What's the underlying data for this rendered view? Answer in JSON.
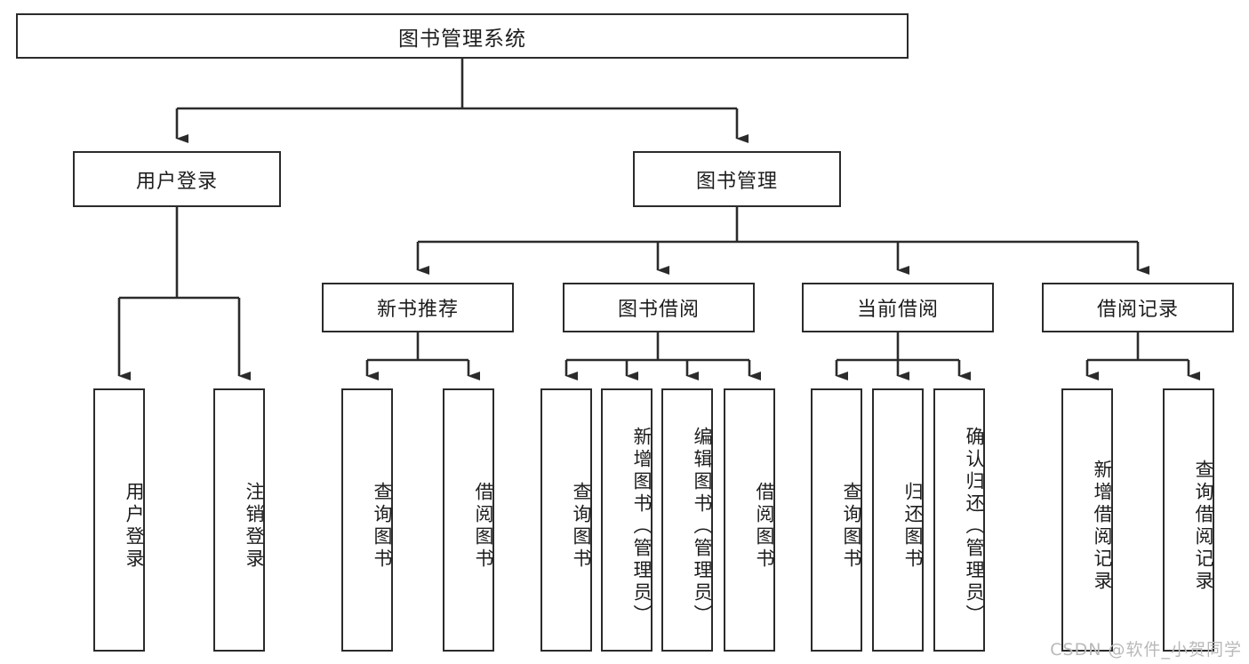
{
  "diagram": {
    "title": "图书管理系统",
    "type": "tree",
    "watermark": "CSDN @软件_小贺同学",
    "root": {
      "label": "图书管理系统"
    },
    "level2": [
      {
        "id": "user-login",
        "label": "用户登录"
      },
      {
        "id": "book-manage",
        "label": "图书管理"
      }
    ],
    "level3": [
      {
        "id": "new-book-rec",
        "label": "新书推荐"
      },
      {
        "id": "book-borrow",
        "label": "图书借阅"
      },
      {
        "id": "current-borrow",
        "label": "当前借阅"
      },
      {
        "id": "borrow-record",
        "label": "借阅记录"
      }
    ],
    "leaves": [
      {
        "id": "leaf-user-login",
        "label": "用户登录",
        "parent": "user-login"
      },
      {
        "id": "leaf-user-logout",
        "label": "注销登录",
        "parent": "user-login"
      },
      {
        "id": "leaf-query-book-1",
        "label": "查询图书",
        "parent": "new-book-rec"
      },
      {
        "id": "leaf-borrow-book-1",
        "label": "借阅图书",
        "parent": "new-book-rec"
      },
      {
        "id": "leaf-query-book-2",
        "label": "查询图书",
        "parent": "book-borrow"
      },
      {
        "id": "leaf-add-book",
        "label": "新增图书（管理员）",
        "parent": "book-borrow"
      },
      {
        "id": "leaf-edit-book",
        "label": "编辑图书（管理员）",
        "parent": "book-borrow"
      },
      {
        "id": "leaf-borrow-book-2",
        "label": "借阅图书",
        "parent": "book-borrow"
      },
      {
        "id": "leaf-query-book-3",
        "label": "查询图书",
        "parent": "current-borrow"
      },
      {
        "id": "leaf-return-book",
        "label": "归还图书",
        "parent": "current-borrow"
      },
      {
        "id": "leaf-confirm-return",
        "label": "确认归还（管理员）",
        "parent": "current-borrow"
      },
      {
        "id": "leaf-add-record",
        "label": "新增借阅记录",
        "parent": "borrow-record"
      },
      {
        "id": "leaf-query-record",
        "label": "查询借阅记录",
        "parent": "borrow-record"
      }
    ],
    "colors": {
      "stroke": "#2b2b2b",
      "fill": "#ffffff",
      "text": "#1d1d1d",
      "watermark": "#b9b9b9"
    }
  }
}
